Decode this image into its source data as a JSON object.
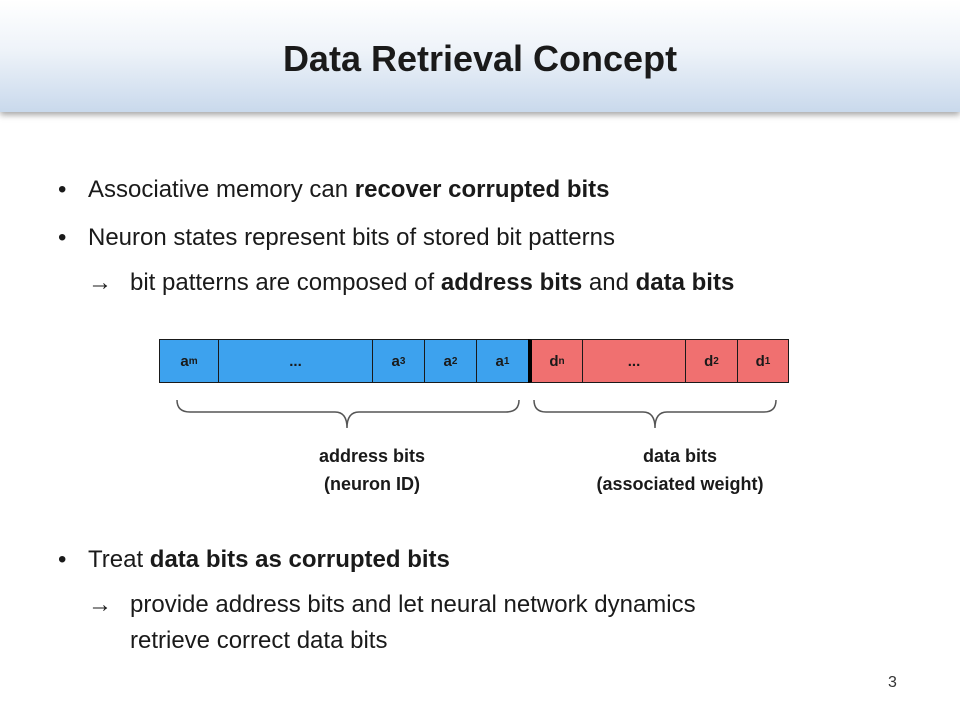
{
  "slide": {
    "title": "Data Retrieval Concept",
    "page_number": "3"
  },
  "bullets": [
    {
      "parts": [
        "Associative memory can ",
        "recover corrupted bits"
      ]
    },
    {
      "text": "Neuron states represent bits of stored bit patterns"
    },
    {
      "arrow": "→",
      "parts": [
        "bit patterns are composed of ",
        "address bits",
        " and ",
        "data bits"
      ]
    },
    {
      "parts": [
        "Treat ",
        "data bits as corrupted bits"
      ]
    },
    {
      "arrow": "→",
      "line1": "provide address bits and let neural network dynamics",
      "line2": "retrieve correct data bits"
    }
  ],
  "bit_pattern": {
    "address_cells": [
      {
        "base": "a",
        "sub": "m"
      },
      {
        "base": "...",
        "sub": ""
      },
      {
        "base": "a",
        "sub": "3"
      },
      {
        "base": "a",
        "sub": "2"
      },
      {
        "base": "a",
        "sub": "1"
      }
    ],
    "data_cells": [
      {
        "base": "d",
        "sub": "n"
      },
      {
        "base": "...",
        "sub": ""
      },
      {
        "base": "d",
        "sub": "2"
      },
      {
        "base": "d",
        "sub": "1"
      }
    ],
    "address_label": [
      "address bits",
      "(neuron ID)"
    ],
    "data_label": [
      "data bits",
      "(associated weight)"
    ],
    "colors": {
      "address": "#3da2ee",
      "data": "#f07070"
    }
  }
}
